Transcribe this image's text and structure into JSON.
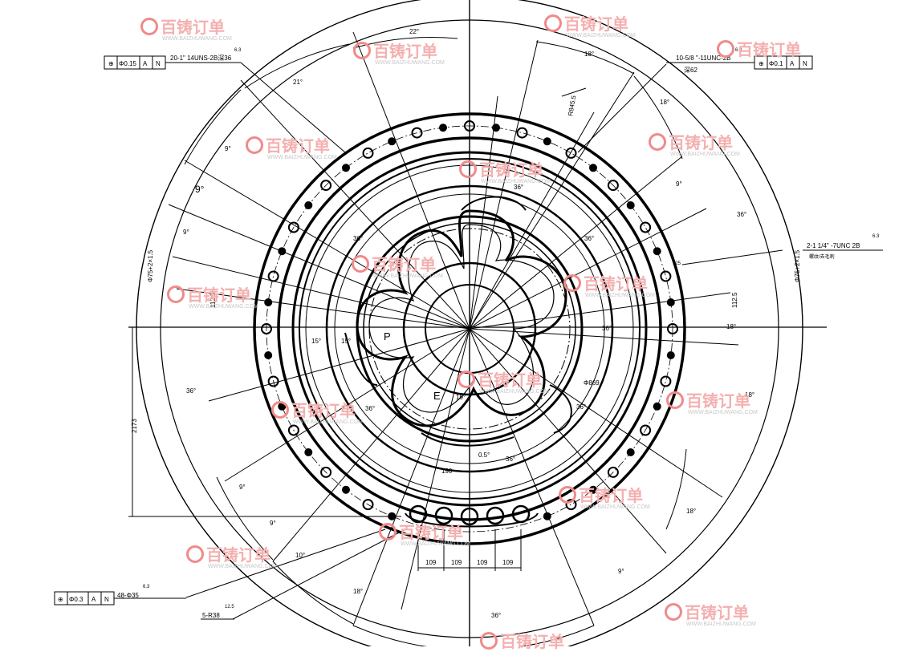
{
  "watermark": {
    "brand": "百铸订单",
    "url": "WWW.BAIZHUWANG.COM",
    "color": "#f08a8a"
  },
  "callouts": {
    "top_left_thread": "20-1\" 14UNS-2B深36",
    "top_left_finish": "6.3",
    "top_left_fcf": [
      "⊕",
      "Φ0.15",
      "A",
      "N"
    ],
    "top_right_thread": "10-5/8 \"-11UNC-2B",
    "top_right_depth": "深62",
    "top_right_finish": "6.3",
    "top_right_fcf": [
      "⊕",
      "Φ0.1",
      "A",
      "N"
    ],
    "right_thread": "2-1 1/4\" -7UNC 2B",
    "right_note": "螺纹/去毛刺",
    "right_finish": "6.3",
    "bottom_left_holes": "48-Φ35",
    "bottom_left_finish": "6.3",
    "bottom_left_fcf": [
      "⊕",
      "Φ0.3",
      "A",
      "N"
    ],
    "bottom_left_radius": "5-R38",
    "bottom_left_radius_finish": "12.5"
  },
  "dimensions": {
    "angles": [
      "22°",
      "21°",
      "9°",
      "9°",
      "9°",
      "18°",
      "18°",
      "9°",
      "15°",
      "36°",
      "36°",
      "36°",
      "36°",
      "36°",
      "36°",
      "36°",
      "36°",
      "36°",
      "18°",
      "18°",
      "9°",
      "9°",
      "9°",
      "10°",
      "15°",
      "19°",
      "0.5°",
      "36°",
      "18°",
      "18°"
    ],
    "pitch": [
      "109",
      "109",
      "109",
      "109"
    ],
    "r1": "R845.5",
    "r2": "Φ869",
    "left_vertical": "2173",
    "left_pcd": "Φ75+2×1.5",
    "right_pcd": "Φ75+2×1.5",
    "dim_190": "190",
    "dim_1125_left": "112.5",
    "dim_1125_right": "112.5",
    "dim_125": "125",
    "marker_p": "P",
    "marker_e": "E"
  }
}
